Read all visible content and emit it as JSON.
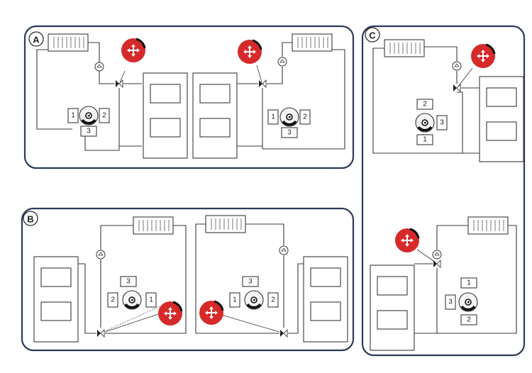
{
  "panels": [
    {
      "letter": "A"
    },
    {
      "letter": "B"
    },
    {
      "letter": "C"
    }
  ],
  "valve_ports": {
    "a_left": [
      "1",
      "2",
      "3"
    ],
    "a_right": [
      "1",
      "2",
      "3"
    ],
    "b_left": [
      "3",
      "2",
      "1"
    ],
    "b_right": [
      "3",
      "1",
      "2"
    ],
    "c_top": [
      "2",
      "3",
      "1"
    ],
    "c_bottom": [
      "1",
      "3",
      "2"
    ]
  },
  "colors": {
    "panel_border": "#2c3a57",
    "actuator_red": "#d62a2a",
    "line": "#3a3a3a"
  }
}
